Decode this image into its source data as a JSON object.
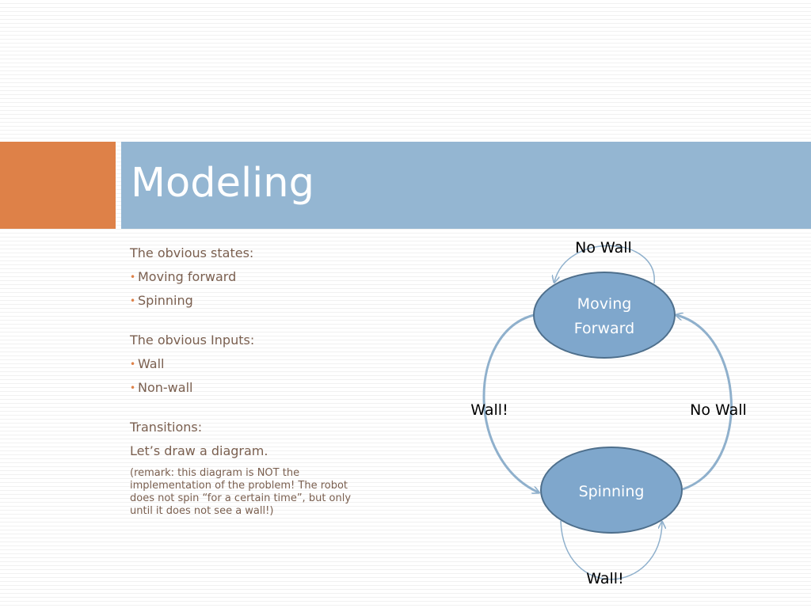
{
  "slide": {
    "title": "Modeling"
  },
  "content": {
    "states_heading": "The obvious states:",
    "states": [
      "Moving forward",
      "Spinning"
    ],
    "inputs_heading": "The obvious Inputs:",
    "inputs": [
      "Wall",
      "Non-wall"
    ],
    "transitions_heading": "Transitions:",
    "transitions_text": "Let’s draw a diagram.",
    "remark": "(remark: this diagram is NOT the implementation of the problem! The robot does not spin “for a certain time”, but only until it does not see a wall!)"
  },
  "diagram": {
    "states": {
      "moving": [
        "Moving",
        "Forward"
      ],
      "spinning": "Spinning"
    },
    "labels": {
      "top": "No Wall",
      "left": "Wall!",
      "right": "No Wall",
      "bottom": "Wall!"
    }
  },
  "colors": {
    "accent": "#de8148",
    "title_bar": "#94b6d2",
    "node_fill": "#7fa7cc",
    "node_border": "#4e6f8c",
    "arrow": "#8fb0cc",
    "body_text": "#7a5f4f"
  }
}
